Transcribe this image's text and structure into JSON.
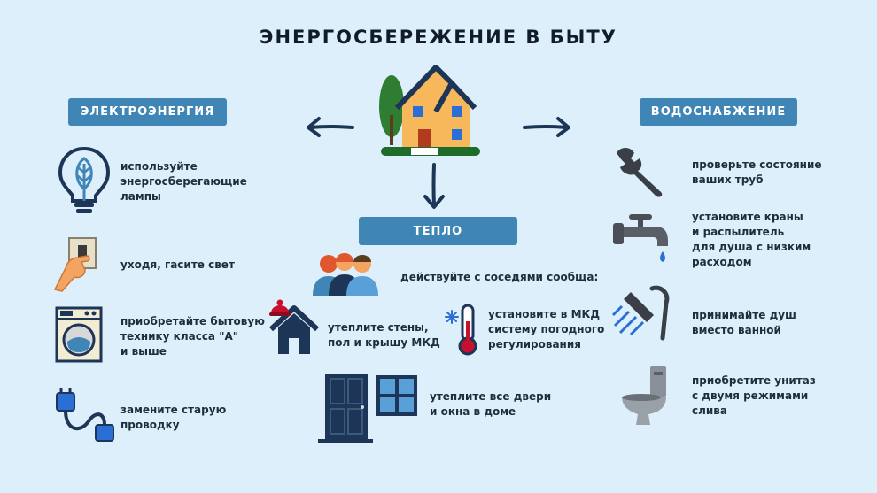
{
  "title": "ЭНЕРГОСБЕРЕЖЕНИЕ В БЫТУ",
  "sections": {
    "electricity": "ЭЛЕКТРОЭНЕРГИЯ",
    "water": "ВОДОСНАБЖЕНИЕ",
    "heat": "ТЕПЛО"
  },
  "electricity_items": [
    {
      "icon": "lightbulb-leaf-icon",
      "lines": [
        "используйте",
        "энергосберегающие",
        "лампы"
      ]
    },
    {
      "icon": "light-switch-hand-icon",
      "lines": [
        "уходя, гасите свет"
      ]
    },
    {
      "icon": "washing-machine-icon",
      "lines": [
        "приобретайте бытовую",
        "технику класса \"А\"",
        "и выше"
      ]
    },
    {
      "icon": "power-plug-cable-icon",
      "lines": [
        "замените старую",
        "проводку"
      ]
    }
  ],
  "water_items": [
    {
      "icon": "wrench-icon",
      "lines": [
        "проверьте состояние",
        "ваших труб"
      ]
    },
    {
      "icon": "water-tap-icon",
      "lines": [
        "установите краны",
        "и распылитель",
        "для душа с низким",
        "расходом"
      ]
    },
    {
      "icon": "shower-head-icon",
      "lines": [
        "принимайте душ",
        "вместо ванной"
      ]
    },
    {
      "icon": "toilet-icon",
      "lines": [
        "приобретите унитаз",
        "с двумя режимами",
        "слива"
      ]
    }
  ],
  "heat": {
    "neighbors": {
      "icon": "people-group-icon",
      "lines": [
        "действуйте с соседями сообща:"
      ]
    },
    "items": [
      {
        "icon": "house-hat-icon",
        "lines": [
          "утеплите стены,",
          "пол и крышу МКД"
        ]
      },
      {
        "icon": "thermometer-icon",
        "lines": [
          "установите в МКД",
          "систему погодного",
          "регулирования"
        ]
      },
      {
        "icon": "door-window-icon",
        "lines": [
          "утеплите все двери",
          "и окна в доме"
        ]
      }
    ]
  },
  "colors": {
    "background": "#ddeffa",
    "pill": "#3f86b7",
    "navy": "#1d3557",
    "house": "#f6b85a",
    "tree": "#3d8b3d"
  }
}
